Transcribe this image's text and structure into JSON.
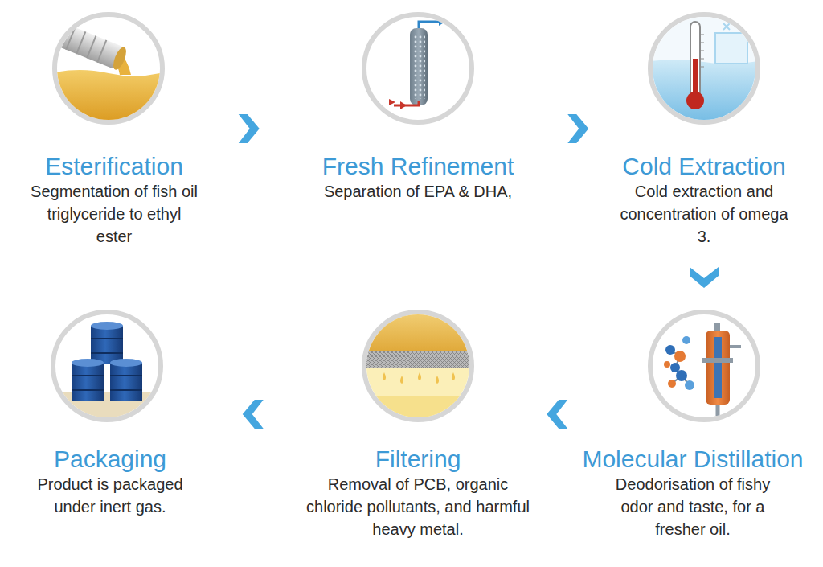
{
  "diagram": {
    "nodes": [
      {
        "text": [
          "Esterification",
          "Segmentation of fish oil triglyceride to ethyl ester"
        ]
      },
      {
        "text": [
          "Fresh Refinement",
          "Separation of EPA & DHA,"
        ]
      },
      {
        "text": [
          "Cold Extraction",
          "Cold extraction and concentration of omega 3."
        ]
      },
      {
        "text": [
          "Molecular Distillation",
          "Deodorisation of fishy odor and taste, for a fresher oil."
        ]
      },
      {
        "text": [
          "Filtering",
          "Removal of PCB, organic chloride pollutants, and harmful heavy metal."
        ]
      },
      {
        "text": [
          "Packaging",
          "Product is packaged under inert gas."
        ]
      }
    ],
    "edges": [
      {
        "from": 0,
        "to": 1,
        "arrow": "to"
      },
      {
        "from": 1,
        "to": 2,
        "arrow": "to"
      },
      {
        "from": 2,
        "to": 3,
        "arrow": "to"
      },
      {
        "from": 3,
        "to": 4,
        "arrow": "to"
      },
      {
        "from": 4,
        "to": 5,
        "arrow": "to"
      }
    ]
  }
}
